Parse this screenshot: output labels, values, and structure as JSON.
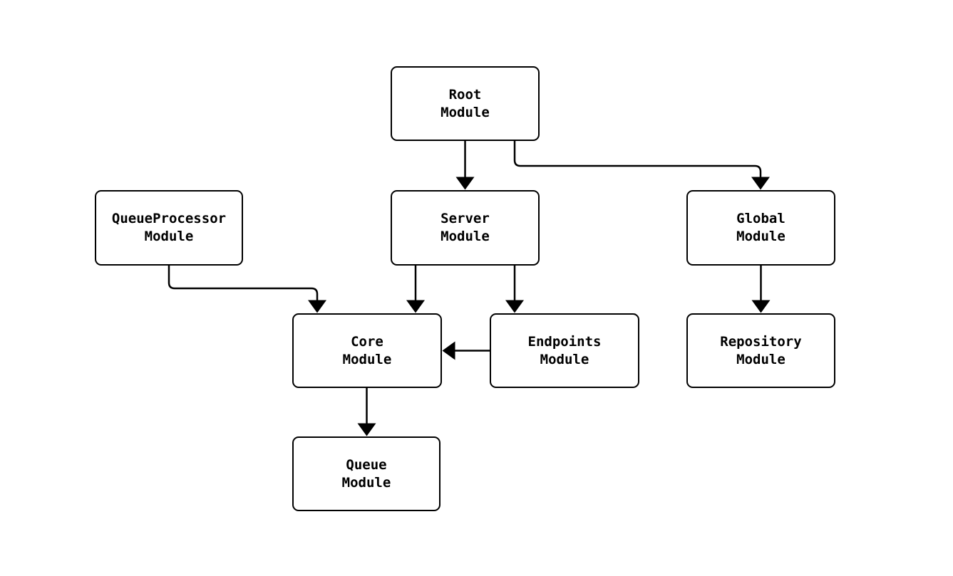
{
  "diagram": {
    "kind": "module-dependency-flowchart",
    "background_color": "#ffffff",
    "node_fill_color": "#ffffff",
    "node_border_color": "#000000",
    "edge_color": "#000000",
    "text_color": "#000000",
    "nodes": [
      {
        "id": "root",
        "lines": [
          "Root",
          "Module"
        ]
      },
      {
        "id": "queueprocessor",
        "lines": [
          "QueueProcessor",
          "Module"
        ]
      },
      {
        "id": "server",
        "lines": [
          "Server",
          "Module"
        ]
      },
      {
        "id": "global",
        "lines": [
          "Global",
          "Module"
        ]
      },
      {
        "id": "core",
        "lines": [
          "Core",
          "Module"
        ]
      },
      {
        "id": "endpoints",
        "lines": [
          "Endpoints",
          "Module"
        ]
      },
      {
        "id": "repository",
        "lines": [
          "Repository",
          "Module"
        ]
      },
      {
        "id": "queue",
        "lines": [
          "Queue",
          "Module"
        ]
      }
    ],
    "edges": [
      {
        "from": "Root Module",
        "to": "Server Module"
      },
      {
        "from": "Root Module",
        "to": "Global Module"
      },
      {
        "from": "QueueProcessor Module",
        "to": "Core Module"
      },
      {
        "from": "Server Module",
        "to": "Core Module"
      },
      {
        "from": "Server Module",
        "to": "Endpoints Module"
      },
      {
        "from": "Endpoints Module",
        "to": "Core Module"
      },
      {
        "from": "Global Module",
        "to": "Repository Module"
      },
      {
        "from": "Core Module",
        "to": "Queue Module"
      }
    ]
  }
}
